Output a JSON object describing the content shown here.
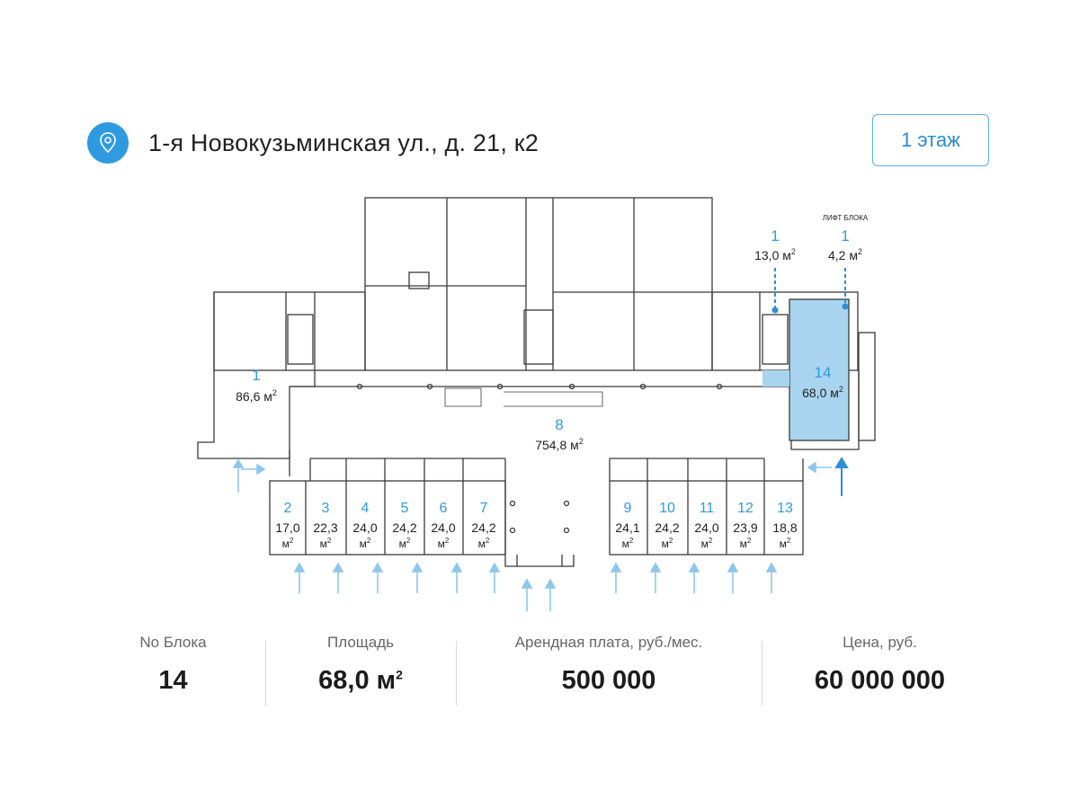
{
  "header": {
    "address": "1-я Новокузьминская ул., д. 21, к2",
    "icon": "location-pin-icon",
    "floor_button": "1 этаж"
  },
  "colors": {
    "accent": "#2f9ae0",
    "selected_fill": "#a9d4f0",
    "arrow": "#8fc6ec"
  },
  "plan": {
    "selected_unit": "14",
    "units": [
      {
        "id": "1",
        "area": "86,6 м"
      },
      {
        "id": "1",
        "area": "13,0 м"
      },
      {
        "id": "1",
        "area": "4,2 м",
        "caption": "ЛИФТ БЛОКА"
      },
      {
        "id": "8",
        "area": "754,8 м"
      },
      {
        "id": "14",
        "area": "68,0 м"
      },
      {
        "id": "2",
        "area": "17,0"
      },
      {
        "id": "3",
        "area": "22,3"
      },
      {
        "id": "4",
        "area": "24,0"
      },
      {
        "id": "5",
        "area": "24,2"
      },
      {
        "id": "6",
        "area": "24,0"
      },
      {
        "id": "7",
        "area": "24,2"
      },
      {
        "id": "9",
        "area": "24,1"
      },
      {
        "id": "10",
        "area": "24,2"
      },
      {
        "id": "11",
        "area": "24,0"
      },
      {
        "id": "12",
        "area": "23,9"
      },
      {
        "id": "13",
        "area": "18,8"
      }
    ],
    "unit_suffix": "м",
    "sup": "2"
  },
  "stats": {
    "block": {
      "label": "No Блока",
      "value": "14"
    },
    "area": {
      "label": "Площадь",
      "value": "68,0 м",
      "sup": "2"
    },
    "rent": {
      "label": "Арендная плата, руб./мес.",
      "value": "500 000"
    },
    "price": {
      "label": "Цена, руб.",
      "value": "60 000 000"
    }
  }
}
